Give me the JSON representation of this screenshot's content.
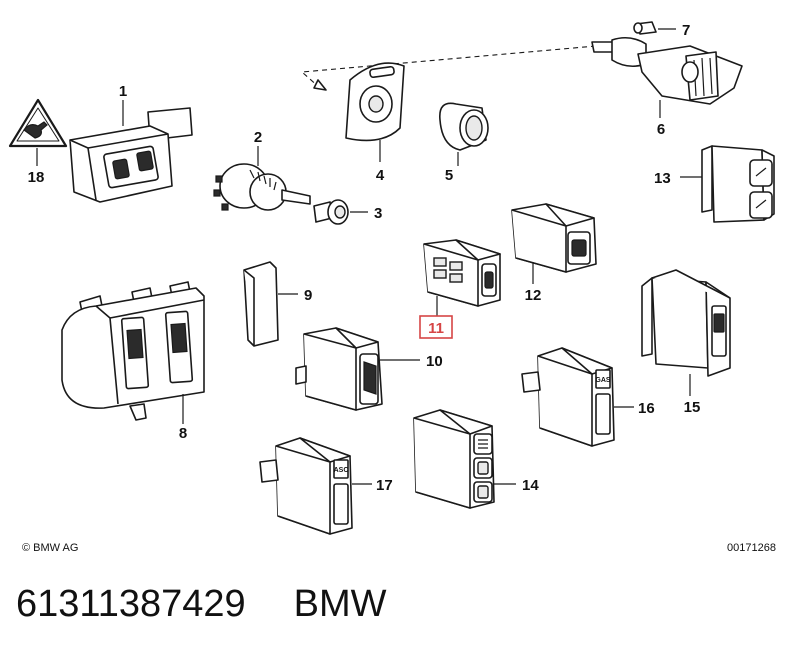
{
  "callouts": [
    {
      "id": "1",
      "text": "1"
    },
    {
      "id": "2",
      "text": "2"
    },
    {
      "id": "3",
      "text": "3"
    },
    {
      "id": "4",
      "text": "4"
    },
    {
      "id": "5",
      "text": "5"
    },
    {
      "id": "6",
      "text": "6"
    },
    {
      "id": "7",
      "text": "7"
    },
    {
      "id": "8",
      "text": "8"
    },
    {
      "id": "9",
      "text": "9"
    },
    {
      "id": "10",
      "text": "10"
    },
    {
      "id": "11",
      "text": "11",
      "highlighted": true
    },
    {
      "id": "12",
      "text": "12"
    },
    {
      "id": "13",
      "text": "13"
    },
    {
      "id": "14",
      "text": "14"
    },
    {
      "id": "15",
      "text": "15"
    },
    {
      "id": "16",
      "text": "16"
    },
    {
      "id": "17",
      "text": "17"
    },
    {
      "id": "18",
      "text": "18"
    }
  ],
  "switch_labels": {
    "asc": "ASC",
    "gas": "GAS"
  },
  "footer": {
    "copyright": "© BMW AG",
    "diagram_number": "00171268"
  },
  "caption": {
    "part_number": "61311387429",
    "brand": "BMW"
  },
  "colors": {
    "highlight": "#d64545",
    "line": "#1a1a1a"
  }
}
